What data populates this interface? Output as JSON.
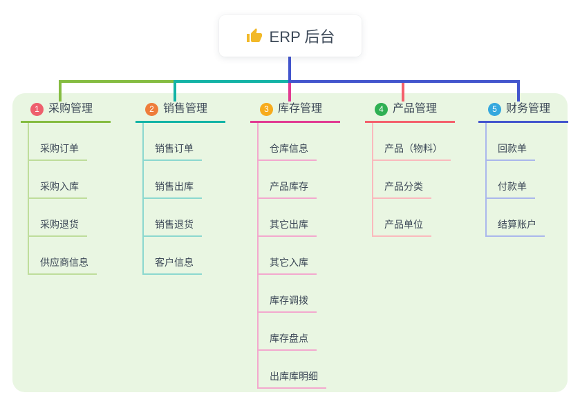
{
  "root": {
    "label": "ERP 后台",
    "icon": "thumbs-up"
  },
  "palette": {
    "panel_bg": "#e9f6e2",
    "text": "#3c4857",
    "connector_blue": "#4355cd",
    "thumb_yellow": "#f2b929"
  },
  "branches": [
    {
      "index": "1",
      "label": "采购管理",
      "badge_color": "#ee5f6d",
      "line_color": "#85bc41",
      "child_line_color": "#bedd9b",
      "children": [
        "采购订单",
        "采购入库",
        "采购退货",
        "供应商信息"
      ]
    },
    {
      "index": "2",
      "label": "销售管理",
      "badge_color": "#ee7d3b",
      "line_color": "#13b3a6",
      "child_line_color": "#8bd8cf",
      "children": [
        "销售订单",
        "销售出库",
        "销售退货",
        "客户信息"
      ]
    },
    {
      "index": "3",
      "label": "库存管理",
      "badge_color": "#f7ab1c",
      "line_color": "#e13b92",
      "child_line_color": "#f3a8ce",
      "children": [
        "仓库信息",
        "产品库存",
        "其它出库",
        "其它入库",
        "库存调拨",
        "库存盘点",
        "出库库明细"
      ]
    },
    {
      "index": "4",
      "label": "产品管理",
      "badge_color": "#2fb053",
      "line_color": "#f4606c",
      "child_line_color": "#fab9bd",
      "children": [
        "产品（物料）",
        "产品分类",
        "产品单位"
      ]
    },
    {
      "index": "5",
      "label": "财务管理",
      "badge_color": "#35a8de",
      "line_color": "#4355cd",
      "child_line_color": "#aab7ec",
      "children": [
        "回款单",
        "付款单",
        "结算账户"
      ]
    }
  ]
}
